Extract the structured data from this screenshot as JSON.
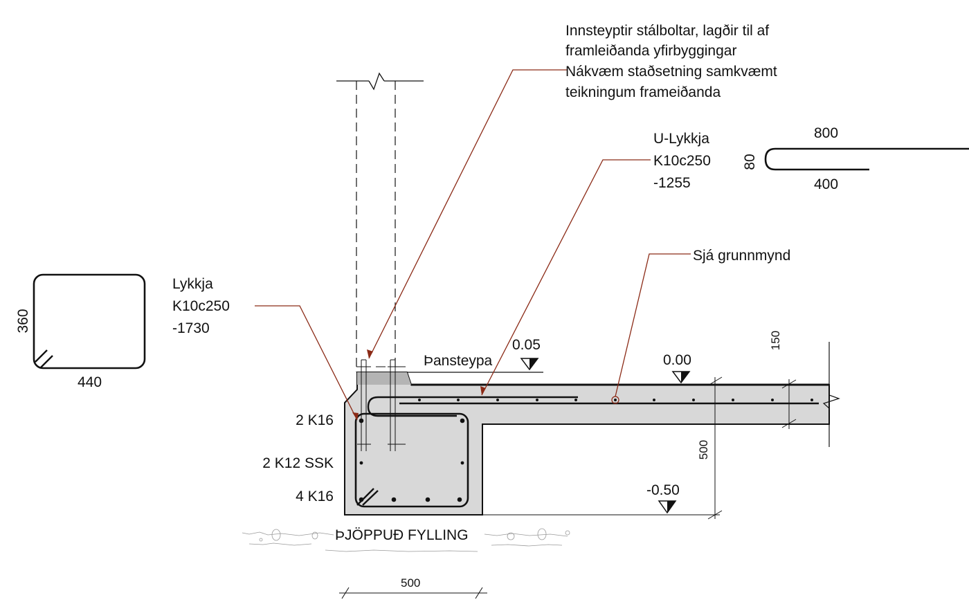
{
  "annotations": {
    "bolts_line1": "Innsteyptir stálboltar, lagðir til af",
    "bolts_line2": "framleiðanda yfirbyggingar",
    "bolts_line3": "Nákvæm staðsetning samkvæmt",
    "bolts_line4": "teikningum frameiðanda",
    "u_loop_line1": "U-Lykkja",
    "u_loop_line2": "K10c250",
    "u_loop_line3": "-1255",
    "see_plan": "Sjá grunnmynd",
    "loop_line1": "Lykkja",
    "loop_line2": "K10c250",
    "loop_line3": "-1730",
    "grout": "Þansteypa",
    "fill": "ÞJÖPPUÐ FYLLING"
  },
  "levels": {
    "top_grout": "0.05",
    "floor": "0.00",
    "bottom": "-0.50"
  },
  "rebar": {
    "top_bars": "2 K16",
    "side_bars": "2 K12  SSK",
    "bottom_bars": "4 K16"
  },
  "dimensions": {
    "u_length": "800",
    "u_height": "80",
    "u_short": "400",
    "stirrup_height": "360",
    "stirrup_width": "440",
    "slab_thickness": "150",
    "footing_depth": "500",
    "footing_width": "500"
  },
  "colors": {
    "concrete": "#d8d8d8",
    "grout": "#b4b4b4",
    "leader": "#8b2a16",
    "line": "#111111"
  }
}
